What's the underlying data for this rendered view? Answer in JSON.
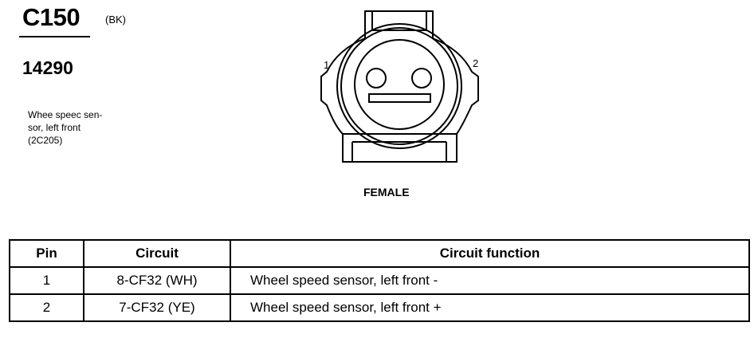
{
  "connector": {
    "id": "C150",
    "color_code": "(BK)",
    "part_number": "14290",
    "description_lines": [
      "Whee speec sen-",
      "sor, left front",
      "(2C205)"
    ]
  },
  "diagram": {
    "pin_labels": [
      "1",
      "2"
    ],
    "view_label": "FEMALE"
  },
  "table": {
    "headers": [
      "Pin",
      "Circuit",
      "Circuit function"
    ],
    "rows": [
      {
        "pin": "1",
        "circuit": "8-CF32 (WH)",
        "function": "Wheel speed sensor, left front -"
      },
      {
        "pin": "2",
        "circuit": "7-CF32 (YE)",
        "function": "Wheel speed sensor, left front +"
      }
    ]
  }
}
